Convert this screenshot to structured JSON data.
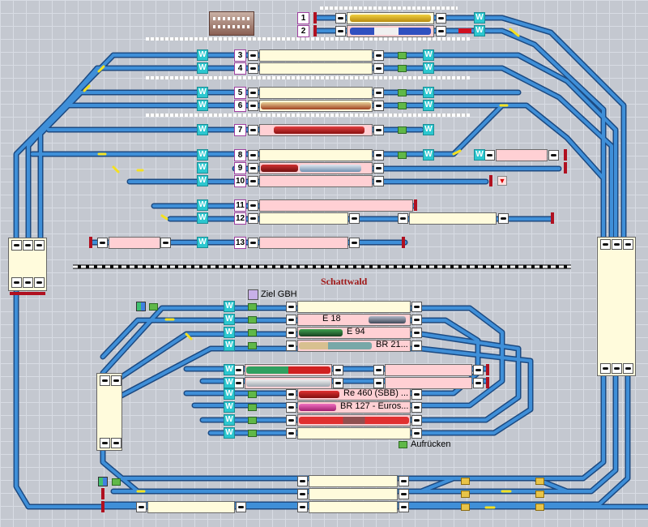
{
  "colors": {
    "track": "#3f8fd8",
    "track_outline": "#1c4a82",
    "block_yellow": "#fffbdc",
    "block_pink": "#ffd0d4",
    "turnout": "#2cc7cf",
    "signal": "#60b848",
    "bumper": "#b01020",
    "station_title": "#a01818"
  },
  "station": {
    "title": "Schattwald",
    "building_icon": "station-building-icon"
  },
  "tracks_upper": [
    {
      "num": "1",
      "name": "track-1"
    },
    {
      "num": "2",
      "name": "track-2"
    },
    {
      "num": "3",
      "name": "track-3"
    },
    {
      "num": "4",
      "name": "track-4"
    },
    {
      "num": "5",
      "name": "track-5"
    },
    {
      "num": "6",
      "name": "track-6"
    },
    {
      "num": "7",
      "name": "track-7"
    },
    {
      "num": "8",
      "name": "track-8"
    },
    {
      "num": "9",
      "name": "track-9"
    },
    {
      "num": "10",
      "name": "track-10"
    },
    {
      "num": "11",
      "name": "track-11"
    },
    {
      "num": "12",
      "name": "track-12"
    },
    {
      "num": "13",
      "name": "track-13"
    }
  ],
  "turnout_label": "W",
  "lower": {
    "ziel_label": "Ziel GBH",
    "aufruecken_label": "Aufrücken",
    "trains": [
      {
        "label": "E 18"
      },
      {
        "label": "E 94"
      },
      {
        "label": "BR 21..."
      },
      {
        "label": "Re 460 (SBB) ..."
      },
      {
        "label": "BR 127 - Euros..."
      }
    ]
  }
}
